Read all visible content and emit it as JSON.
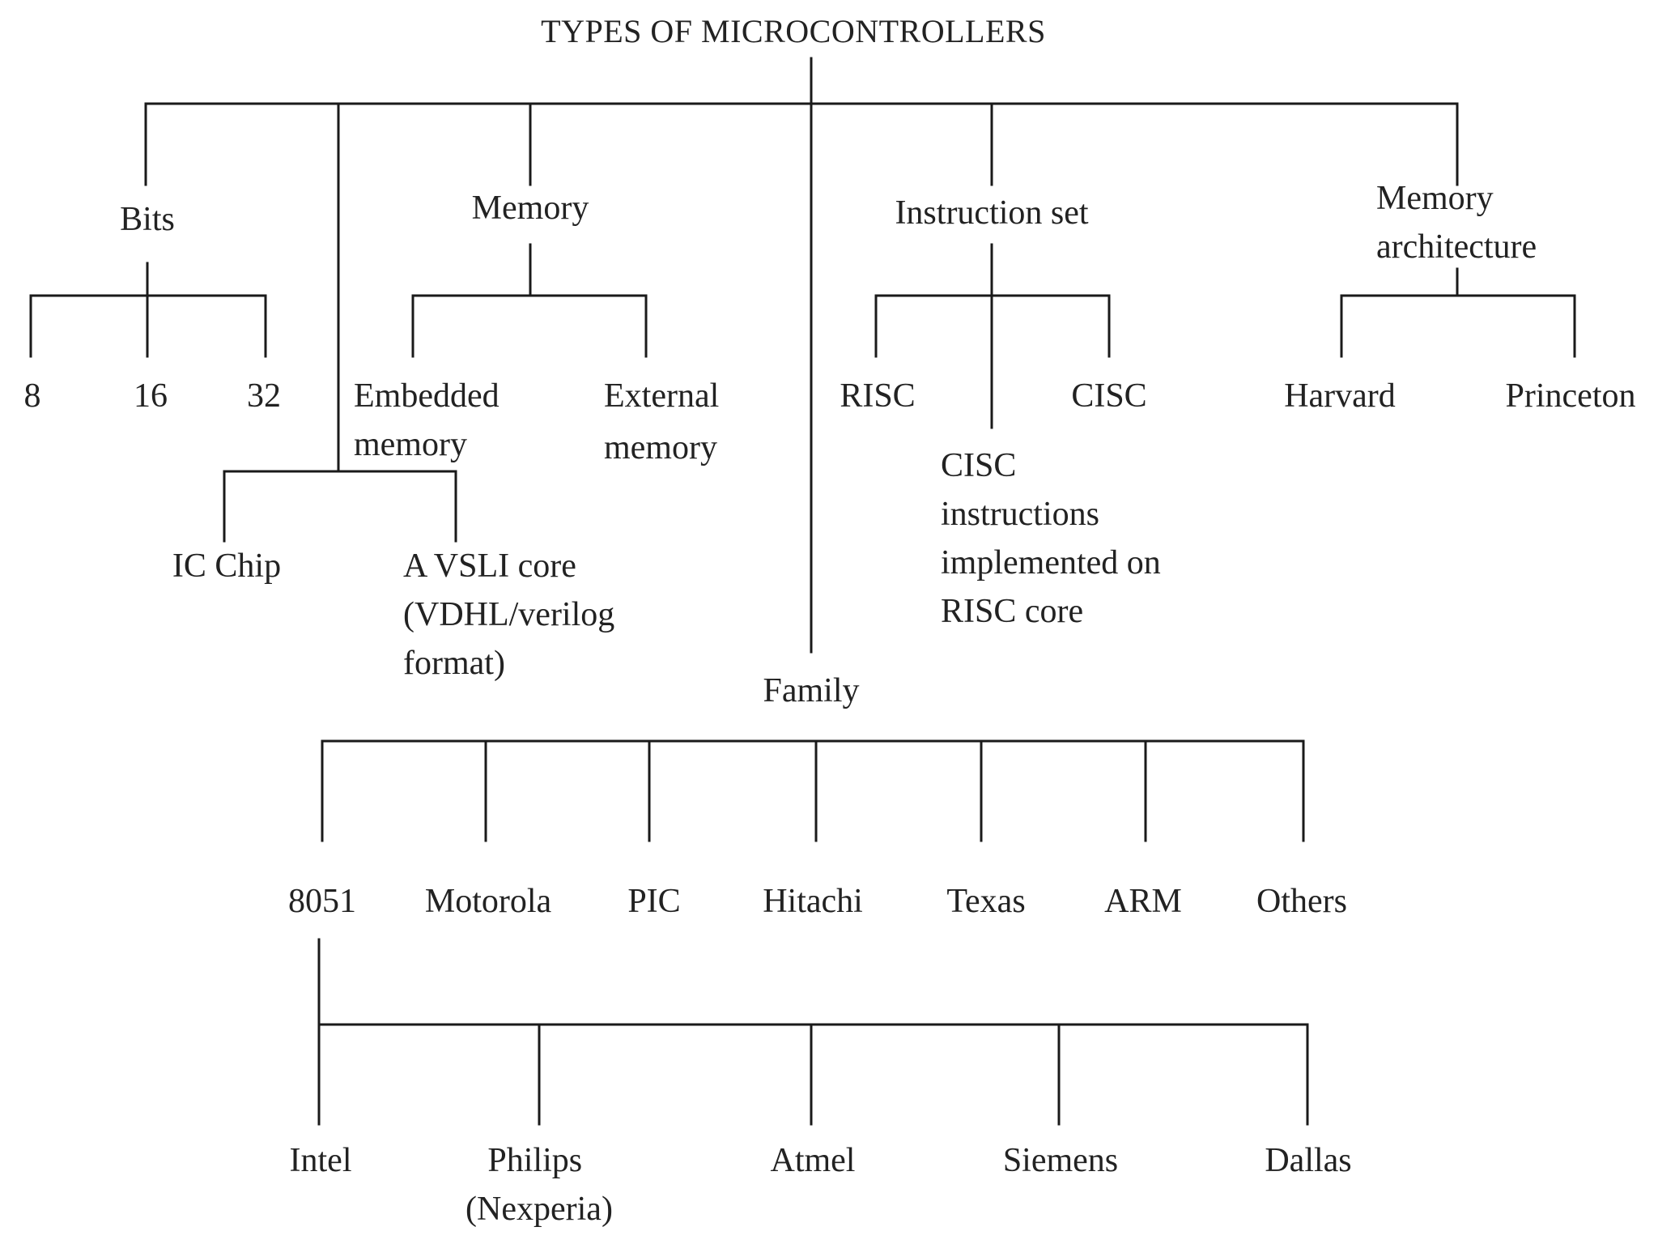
{
  "title": "TYPES OF MICROCONTROLLERS",
  "bits": {
    "label": "Bits",
    "items": [
      "8",
      "16",
      "32"
    ]
  },
  "ic": {
    "chip": "IC Chip",
    "vlsi": [
      "A VSLI core",
      "(VDHL/verilog",
      "format)"
    ]
  },
  "memory": {
    "label": "Memory",
    "embedded": [
      "Embedded",
      "memory"
    ],
    "external": [
      "External",
      "memory"
    ]
  },
  "instruction_set": {
    "label": "Instruction set",
    "risc": "RISC",
    "cisc": "CISC",
    "hybrid": [
      "CISC",
      "instructions",
      "implemented on",
      "RISC core"
    ]
  },
  "memory_architecture": {
    "label": [
      "Memory",
      "architecture"
    ],
    "harvard": "Harvard",
    "princeton": "Princeton"
  },
  "family": {
    "label": "Family",
    "items": [
      "8051",
      "Motorola",
      "PIC",
      "Hitachi",
      "Texas",
      "ARM",
      "Others"
    ]
  },
  "vendors_8051": {
    "intel": "Intel",
    "philips": [
      "Philips",
      "(Nexperia)"
    ],
    "atmel": "Atmel",
    "siemens": "Siemens",
    "dallas": "Dallas"
  }
}
